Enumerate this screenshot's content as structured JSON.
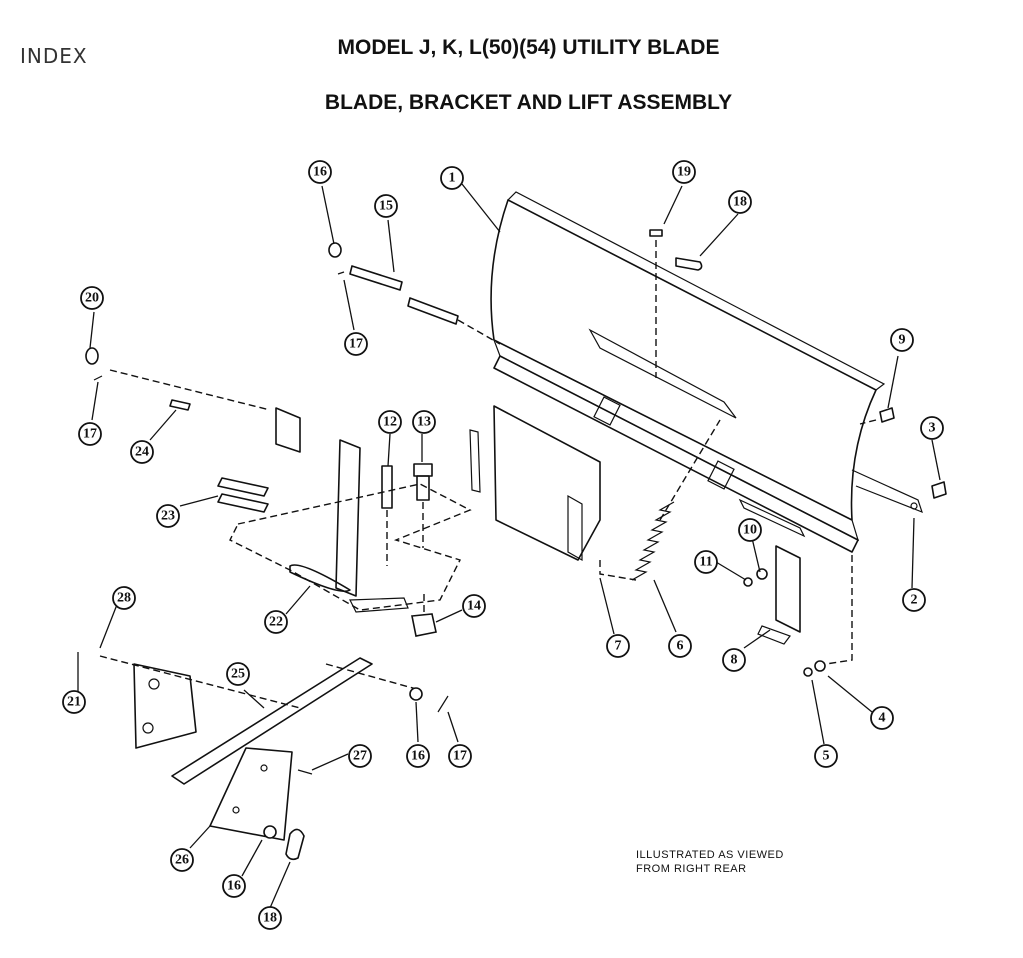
{
  "header": {
    "index_label": "INDEX",
    "title": "MODEL J, K, L(50)(54) UTILITY BLADE",
    "subtitle": "BLADE, BRACKET AND LIFT ASSEMBLY"
  },
  "note": {
    "line1": "ILLUSTRATED AS VIEWED",
    "line2": "FROM RIGHT REAR"
  },
  "callouts": [
    "1",
    "2",
    "3",
    "4",
    "5",
    "6",
    "7",
    "8",
    "9",
    "10",
    "11",
    "12",
    "13",
    "14",
    "15",
    "16",
    "17",
    "18",
    "19",
    "20",
    "21",
    "22",
    "23",
    "24",
    "25",
    "26",
    "27",
    "28"
  ]
}
